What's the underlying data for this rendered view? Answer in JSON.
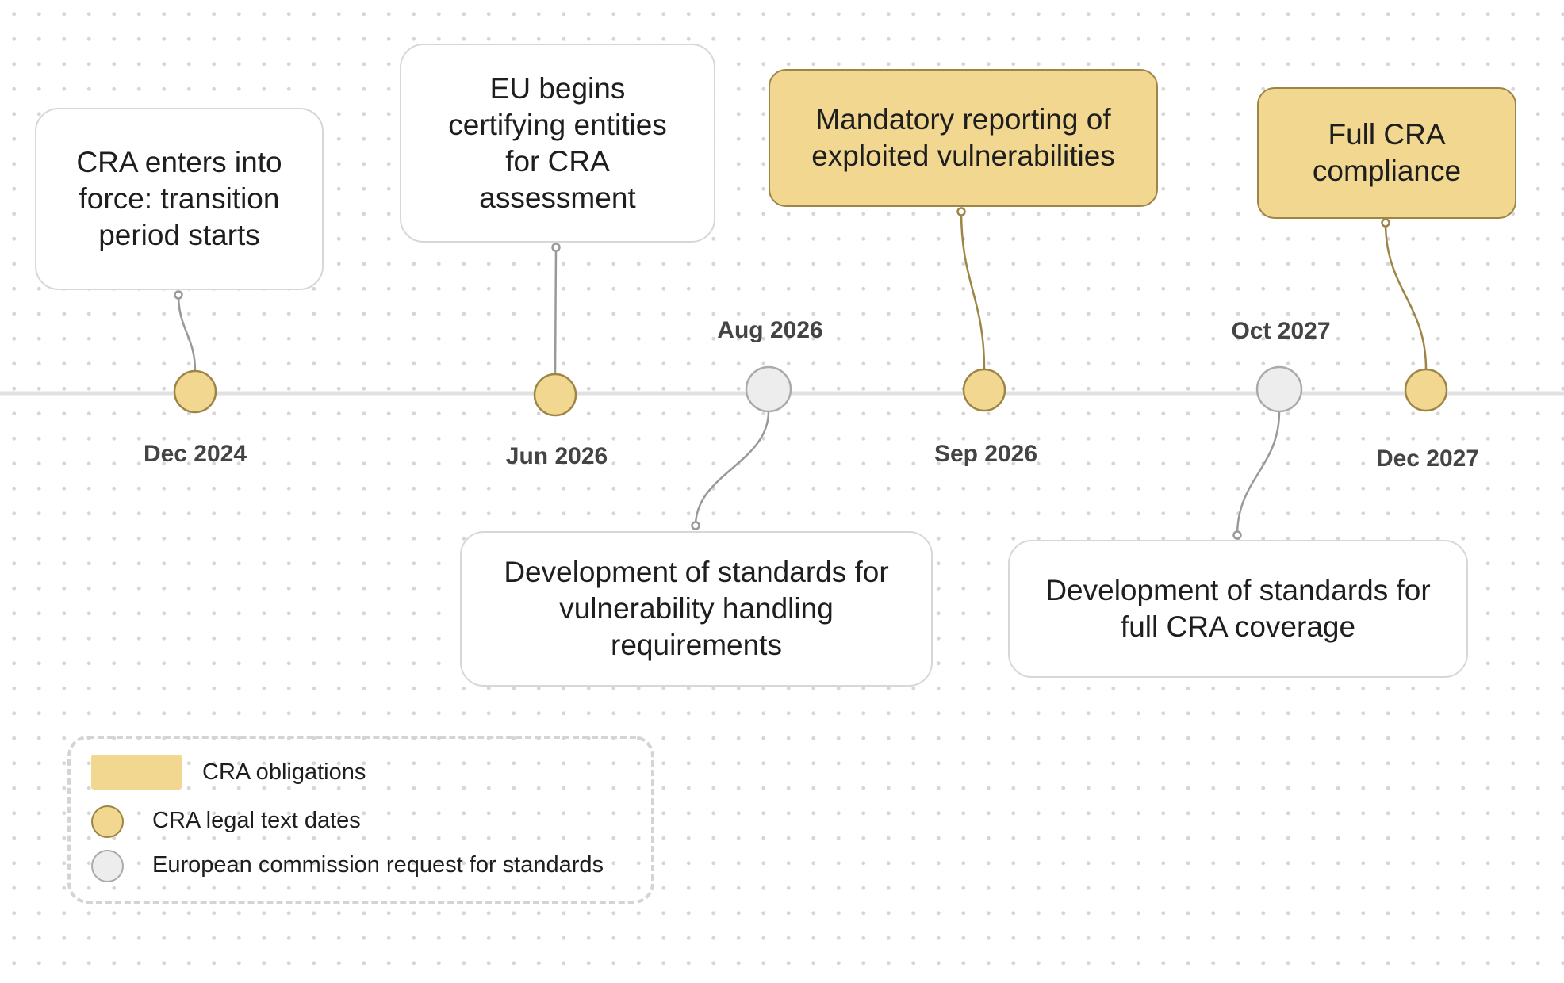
{
  "colors": {
    "obligation_fill": "#f1d78f",
    "obligation_border": "#9c8547",
    "commission_fill": "#ededed",
    "commission_border": "#aaaaaa",
    "timeline": "#e1e1e1",
    "connector_legal": "#9c8547",
    "connector_neutral": "#999999"
  },
  "milestones": [
    {
      "date": "Dec 2024",
      "kind": "legal",
      "card": "CRA enters into force: transition period starts",
      "card_style": "plain"
    },
    {
      "date": "Jun 2026",
      "kind": "legal",
      "card": "EU begins certifying entities for CRA assessment",
      "card_style": "plain"
    },
    {
      "date": "Aug 2026",
      "kind": "commission",
      "card": "Development of standards for vulnerability handling requirements",
      "card_style": "plain"
    },
    {
      "date": "Sep 2026",
      "kind": "legal",
      "card": "Mandatory reporting of exploited vulnerabilities",
      "card_style": "obligation"
    },
    {
      "date": "Oct 2027",
      "kind": "commission",
      "card": "Development of standards for full CRA coverage",
      "card_style": "plain"
    },
    {
      "date": "Dec 2027",
      "kind": "legal",
      "card": "Full CRA compliance",
      "card_style": "obligation"
    }
  ],
  "legend": {
    "obligations": "CRA obligations",
    "legal_dates": "CRA legal text dates",
    "commission": "European commission request for standards"
  }
}
